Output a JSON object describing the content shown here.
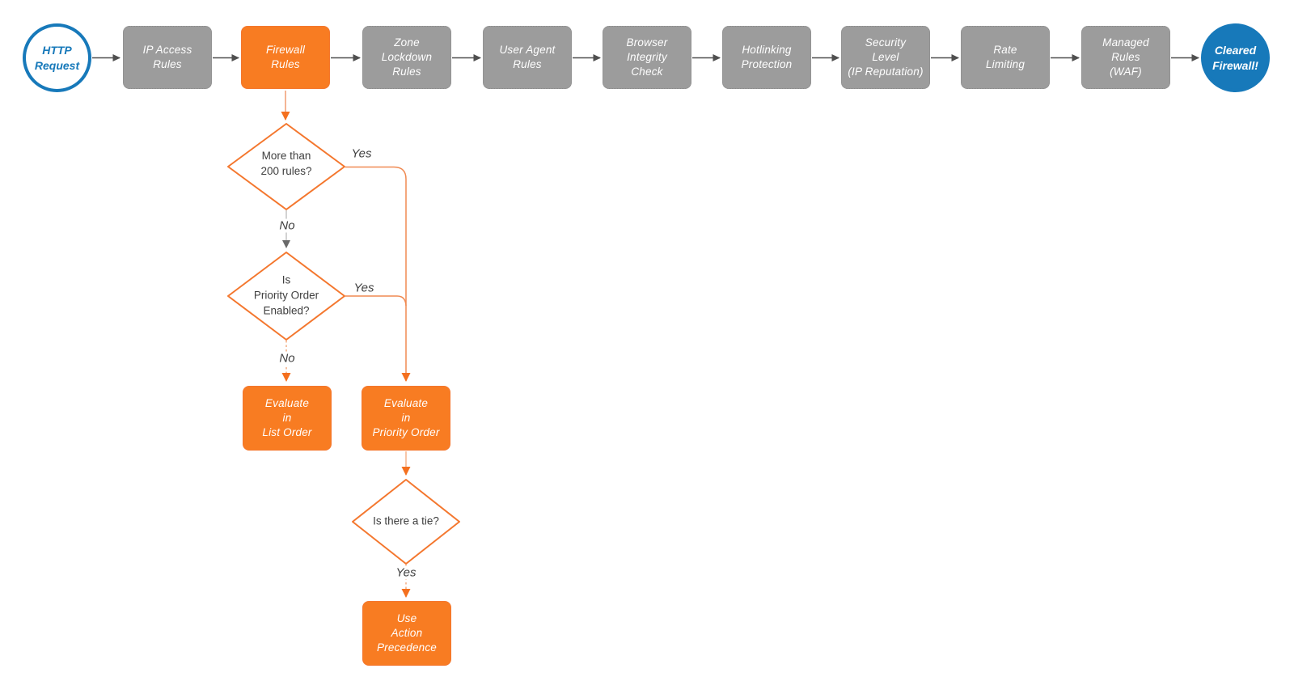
{
  "colors": {
    "orange": "#F87C22",
    "orange_stroke": "#F4772E",
    "light_orange_line": "#F3A679",
    "gray_box": "#9C9C9C",
    "blue": "#1779BA",
    "arrow_dark": "#4F4F4F",
    "text_dark": "#3F3F3F",
    "background": "#FFFFFF"
  },
  "start": {
    "label": "HTTP\nRequest"
  },
  "end": {
    "label": "Cleared\nFirewall!"
  },
  "pipeline": [
    {
      "label": "IP Access\nRules"
    },
    {
      "label": "Firewall\nRules"
    },
    {
      "label": "Zone\nLockdown\nRules"
    },
    {
      "label": "User Agent\nRules"
    },
    {
      "label": "Browser\nIntegrity\nCheck"
    },
    {
      "label": "Hotlinking\nProtection"
    },
    {
      "label": "Security\nLevel\n(IP Reputation)"
    },
    {
      "label": "Rate\nLimiting"
    },
    {
      "label": "Managed\nRules\n(WAF)"
    }
  ],
  "decisions": [
    {
      "label": "More than\n200 rules?"
    },
    {
      "label": "Is\nPriority Order\nEnabled?"
    },
    {
      "label": "Is there a tie?"
    }
  ],
  "actions": [
    {
      "label": "Evaluate\nin\nList Order"
    },
    {
      "label": "Evaluate\nin\nPriority Order"
    },
    {
      "label": "Use\nAction\nPrecedence"
    }
  ],
  "edge_labels": {
    "decision1_yes": "Yes",
    "decision1_no": "No",
    "decision2_yes": "Yes",
    "decision2_no": "No",
    "decision3_yes": "Yes"
  }
}
